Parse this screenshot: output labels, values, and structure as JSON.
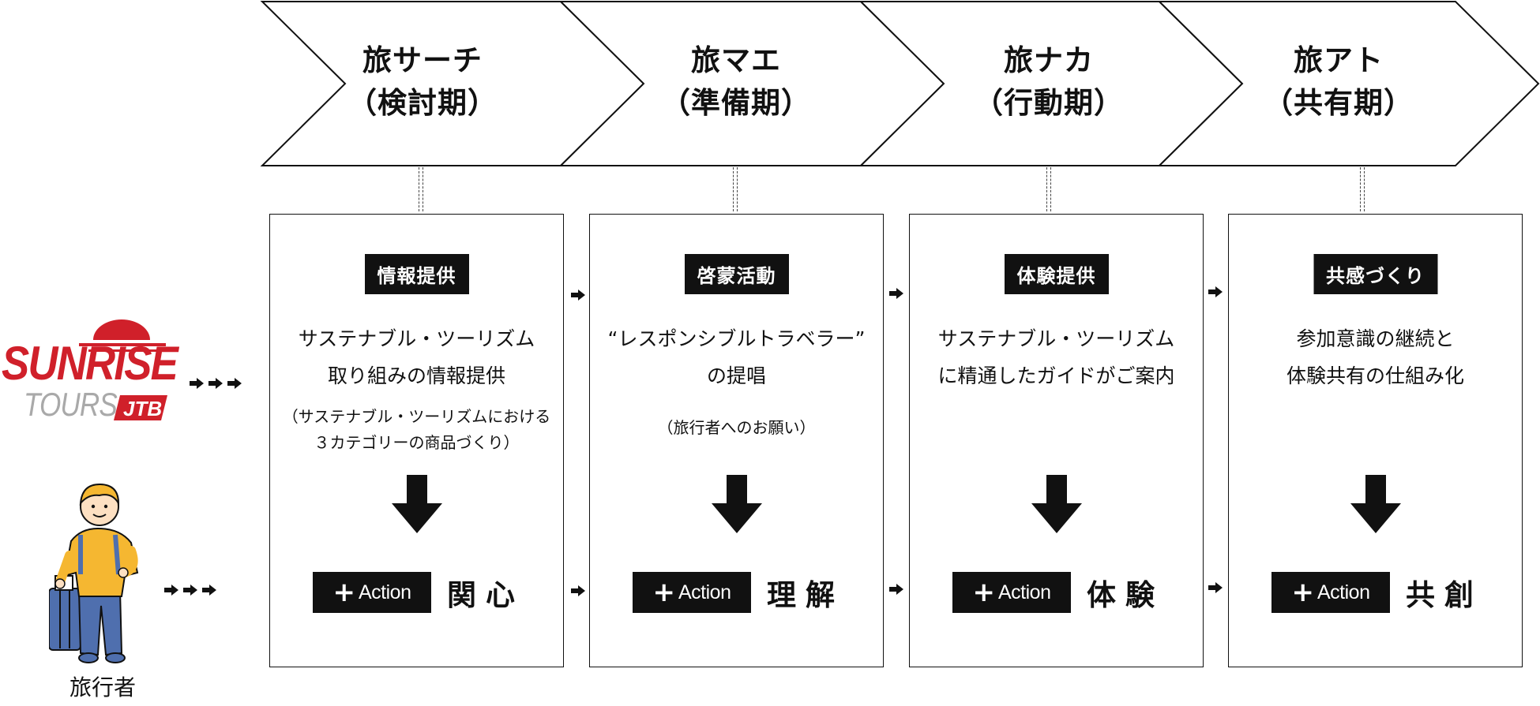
{
  "stages": [
    {
      "title": "旅サーチ",
      "period": "（検討期）"
    },
    {
      "title": "旅マエ",
      "period": "（準備期）"
    },
    {
      "title": "旅ナカ",
      "period": "（行動期）"
    },
    {
      "title": "旅アト",
      "period": "（共有期）"
    }
  ],
  "phases": [
    {
      "tag": "情報提供",
      "desc": [
        "サステナブル・ツーリズム",
        "取り組みの情報提供"
      ],
      "note": [
        "（サステナブル・ツーリズムにおける",
        "３カテゴリーの商品づくり）"
      ],
      "action_badge": "Action",
      "action_label": "関心"
    },
    {
      "tag": "啓蒙活動",
      "desc": [
        "“レスポンシブルトラベラー”",
        "の提唱"
      ],
      "note": [
        "（旅行者へのお願い）"
      ],
      "action_badge": "Action",
      "action_label": "理解"
    },
    {
      "tag": "体験提供",
      "desc": [
        "サステナブル・ツーリズム",
        "に精通したガイドがご案内"
      ],
      "note": [],
      "action_badge": "Action",
      "action_label": "体験"
    },
    {
      "tag": "共感づくり",
      "desc": [
        "参加意識の継続と",
        "体験共有の仕組み化"
      ],
      "note": [],
      "action_badge": "Action",
      "action_label": "共創"
    }
  ],
  "logo": {
    "line1": "SUNRISE",
    "line2": "TOURS",
    "badge": "JTB",
    "red": "#d0202a",
    "gray": "#a9a9a9"
  },
  "traveler_label": "旅行者",
  "colors": {
    "ink": "#111111",
    "paper": "#ffffff",
    "shirt": "#f5b731",
    "jeans": "#4f6fae"
  }
}
